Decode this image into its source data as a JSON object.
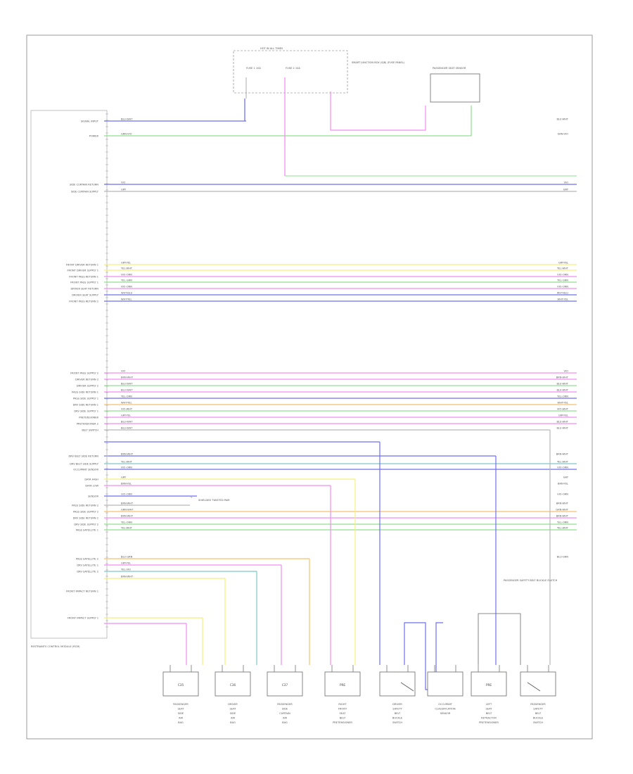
{
  "diagram": {
    "code": "",
    "top_box_title": "HOT IN ALL TIMES",
    "top_labels": [
      "FUSE 1 10A",
      "FUSE 2 10A"
    ],
    "top_note": "SMART JUNCTION BOX (SJB) (FUSE PANEL)",
    "top_right_box": "PASSENGER SEAT SENSOR",
    "harness_note": "RESTRAINTS CONTROL MODULE (RCM)",
    "legend_note": "SHIELDED TWISTED PAIR",
    "left_labels": [
      "SIGNAL INPUT",
      "POWER",
      "",
      "SIDE CURTAIN RETURN",
      "SIDE CURTAIN SUPPLY",
      "",
      "FRONT DRIVER RETURN 1",
      "FRONT DRIVER SUPPLY 1",
      "FRONT PASS RETURN 1",
      "FRONT PASS SUPPLY 1",
      "DRIVER SEAT RETURN",
      "DRIVER SEAT SUPPLY",
      "FRONT PASS RETURN 2",
      "FRONT PASS SUPPLY 2",
      "DRIVER RETURN 2",
      "DRIVER SUPPLY 2",
      "PASS SIDE RETURN 1",
      "PASS SIDE SUPPLY 1",
      "DRV SIDE RETURN 1",
      "DRV SIDE SUPPLY 1",
      "PRETENSIONER",
      "PRETENSIONER 2",
      "BELT SWITCH",
      "DRV BELT SIDE RETURN",
      "DRV BELT SIDE SUPPLY",
      "OCCUPANT SENSOR",
      "DATA HIGH",
      "DATA LOW",
      "SENSOR",
      "PASS SIDE RETURN 2",
      "PASS SIDE SUPPLY 2",
      "DRV SIDE RETURN 2",
      "DRV SIDE SUPPLY 2",
      "PASS SATELLITE 1",
      "PASS SATELLITE 2",
      "DRV SATELLITE 1",
      "DRV SATELLITE 2",
      "",
      "FRONT IMPACT RETURN 1",
      "FRONT IMPACT SUPPLY 1"
    ],
    "wire_colors": [
      "BLU-WHT",
      "GRN-VIO",
      "VIO",
      "GRY",
      "GRY-YEL",
      "YEL-WHT",
      "VIO-ORN",
      "YEL-GRN",
      "VIO-ORN",
      "WHT-BLU",
      "WHT-YEL",
      "VIO",
      "BRN-WHT",
      "BLU-WHT",
      "BLU-WHT",
      "YEL-ORN",
      "WHT-YEL",
      "VIO-WHT",
      "GRY-YEL",
      "BLU-WHT",
      "BLU-WHT",
      "BRN-WHT",
      "YEL-WHT",
      "VIO-ORN",
      "GRY",
      "BRN-YEL",
      "VIO-ORN",
      "BRN-WHT",
      "GRN-WHT",
      "BRN-WHT",
      "YEL-ORN",
      "YEL-WHT",
      "BLU-GRN",
      "GRY-YEL",
      "YEL-VIO",
      "BRN-WHT"
    ],
    "bottom_components": [
      {
        "title": "PASSENGER SEAT SIDE AIR BAG",
        "code": "C35"
      },
      {
        "title": "DRIVER SEAT SIDE AIR BAG",
        "code": "C36"
      },
      {
        "title": "PASSENGER SIDE CURTAIN AIR BAG",
        "code": "C37"
      },
      {
        "title": "RIGHT FRONT SEAT BELT PRETENSIONER",
        "code": "PRE"
      },
      {
        "title": "DRIVER SAFETY BELT BUCKLE SWITCH",
        "code": ""
      },
      {
        "title": "OCCUPANT CLASSIFICATION SENSOR",
        "code": ""
      },
      {
        "title": "LEFT SEAT BELT RETRACTOR PRETENSIONER",
        "code": "PRE"
      },
      {
        "title": "PASSENGER SAFETY BELT BUCKLE SWITCH",
        "code": ""
      }
    ],
    "bottom_right_note": "PASSENGER SAFETY BELT BUCKLE SWITCH",
    "footer": "",
    "colors": {
      "blue": "#6f6ff0",
      "green": "#8fe08f",
      "pink": "#f08ef0",
      "yellow": "#f2f07a",
      "orange": "#f5c070",
      "gray": "#b8b8b8",
      "teal": "#7fc8c8"
    }
  }
}
